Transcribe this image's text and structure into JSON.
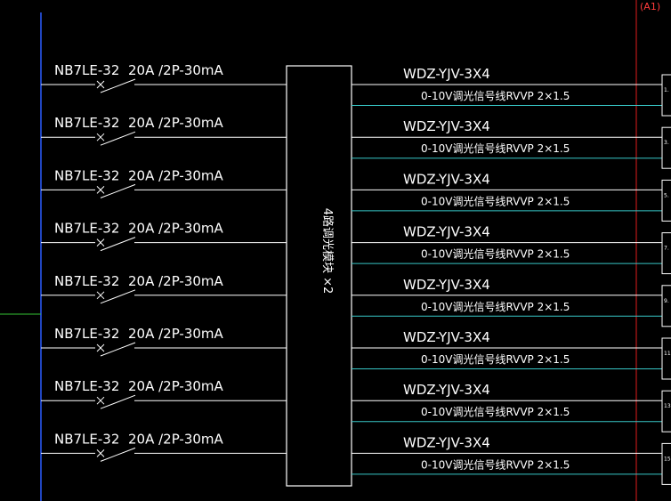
{
  "frame_label": "(A1)",
  "panel_box_label": "4路调光模块 ×2",
  "colors": {
    "background": "#000000",
    "line": "#ffffff",
    "bus": "#2a5cff",
    "signal_line": "#37c6c6",
    "incoming_line": "#35c435",
    "frame_border": "#e01b1b"
  },
  "circuits": [
    {
      "breaker": "NB7LE-32",
      "rating": "20A /2P-30mA",
      "cable": "WDZ-YJV-3X4",
      "signal": "0-10V调光信号线RVVP 2×1.5",
      "terminal": "1."
    },
    {
      "breaker": "NB7LE-32",
      "rating": "20A /2P-30mA",
      "cable": "WDZ-YJV-3X4",
      "signal": "0-10V调光信号线RVVP 2×1.5",
      "terminal": "3."
    },
    {
      "breaker": "NB7LE-32",
      "rating": "20A /2P-30mA",
      "cable": "WDZ-YJV-3X4",
      "signal": "0-10V调光信号线RVVP 2×1.5",
      "terminal": "5."
    },
    {
      "breaker": "NB7LE-32",
      "rating": "20A /2P-30mA",
      "cable": "WDZ-YJV-3X4",
      "signal": "0-10V调光信号线RVVP 2×1.5",
      "terminal": "7."
    },
    {
      "breaker": "NB7LE-32",
      "rating": "20A /2P-30mA",
      "cable": "WDZ-YJV-3X4",
      "signal": "0-10V调光信号线RVVP 2×1.5",
      "terminal": "9."
    },
    {
      "breaker": "NB7LE-32",
      "rating": "20A /2P-30mA",
      "cable": "WDZ-YJV-3X4",
      "signal": "0-10V调光信号线RVVP 2×1.5",
      "terminal": "11."
    },
    {
      "breaker": "NB7LE-32",
      "rating": "20A /2P-30mA",
      "cable": "WDZ-YJV-3X4",
      "signal": "0-10V调光信号线RVVP 2×1.5",
      "terminal": "13."
    },
    {
      "breaker": "NB7LE-32",
      "rating": "20A /2P-30mA",
      "cable": "WDZ-YJV-3X4",
      "signal": "0-10V调光信号线RVVP 2×1.5",
      "terminal": "15."
    }
  ]
}
